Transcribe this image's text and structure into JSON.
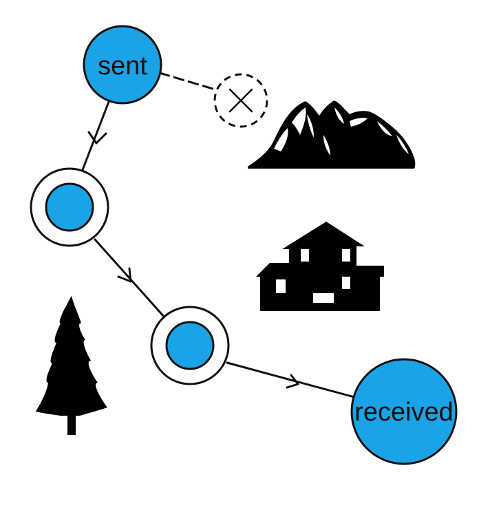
{
  "diagram": {
    "nodes": {
      "source": {
        "label": "sent"
      },
      "relay_1": {
        "label": ""
      },
      "relay_2": {
        "label": ""
      },
      "target": {
        "label": "received"
      },
      "failed": {
        "label": ""
      }
    },
    "edges": [
      {
        "from": "source",
        "to": "relay_1",
        "style": "solid",
        "arrow": true
      },
      {
        "from": "relay_1",
        "to": "relay_2",
        "style": "solid",
        "arrow": true
      },
      {
        "from": "relay_2",
        "to": "target",
        "style": "solid",
        "arrow": true
      },
      {
        "from": "source",
        "to": "failed",
        "style": "dashed",
        "arrow": false
      }
    ],
    "obstacles": [
      "mountain",
      "house",
      "tree"
    ]
  },
  "colors": {
    "node_fill": "#1aa3e6",
    "stroke": "#111111",
    "silhouette": "#000000",
    "background": "#ffffff"
  }
}
